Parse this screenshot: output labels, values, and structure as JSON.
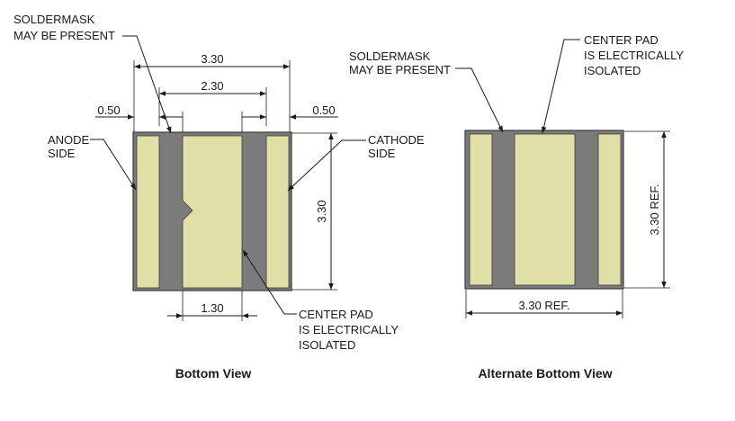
{
  "colors": {
    "body": "#7b7b7b",
    "pad": "#e1dfa8",
    "pad_stroke": "#3a3a3a",
    "ink": "#1a1a1a"
  },
  "bottom_view": {
    "caption": "Bottom View",
    "soldermask_note": [
      "SOLDERMASK",
      "MAY BE PRESENT"
    ],
    "anode_note": [
      "ANODE",
      "SIDE"
    ],
    "cathode_note": [
      "CATHODE",
      "SIDE"
    ],
    "center_pad_note": [
      "CENTER PAD",
      "IS ELECTRICALLY",
      "ISOLATED"
    ],
    "dim_overall_width": "3.30",
    "dim_inner_width": "2.30",
    "dim_left_pad": "0.50",
    "dim_right_pad": "0.50",
    "dim_height": "3.30",
    "dim_center_pad": "1.30"
  },
  "alternate_view": {
    "caption": "Alternate Bottom View",
    "soldermask_note": [
      "SOLDERMASK",
      "MAY BE PRESENT"
    ],
    "center_pad_note": [
      "CENTER PAD",
      "IS ELECTRICALLY",
      "ISOLATED"
    ],
    "dim_height": "3.30 REF.",
    "dim_width": "3.30 REF."
  }
}
